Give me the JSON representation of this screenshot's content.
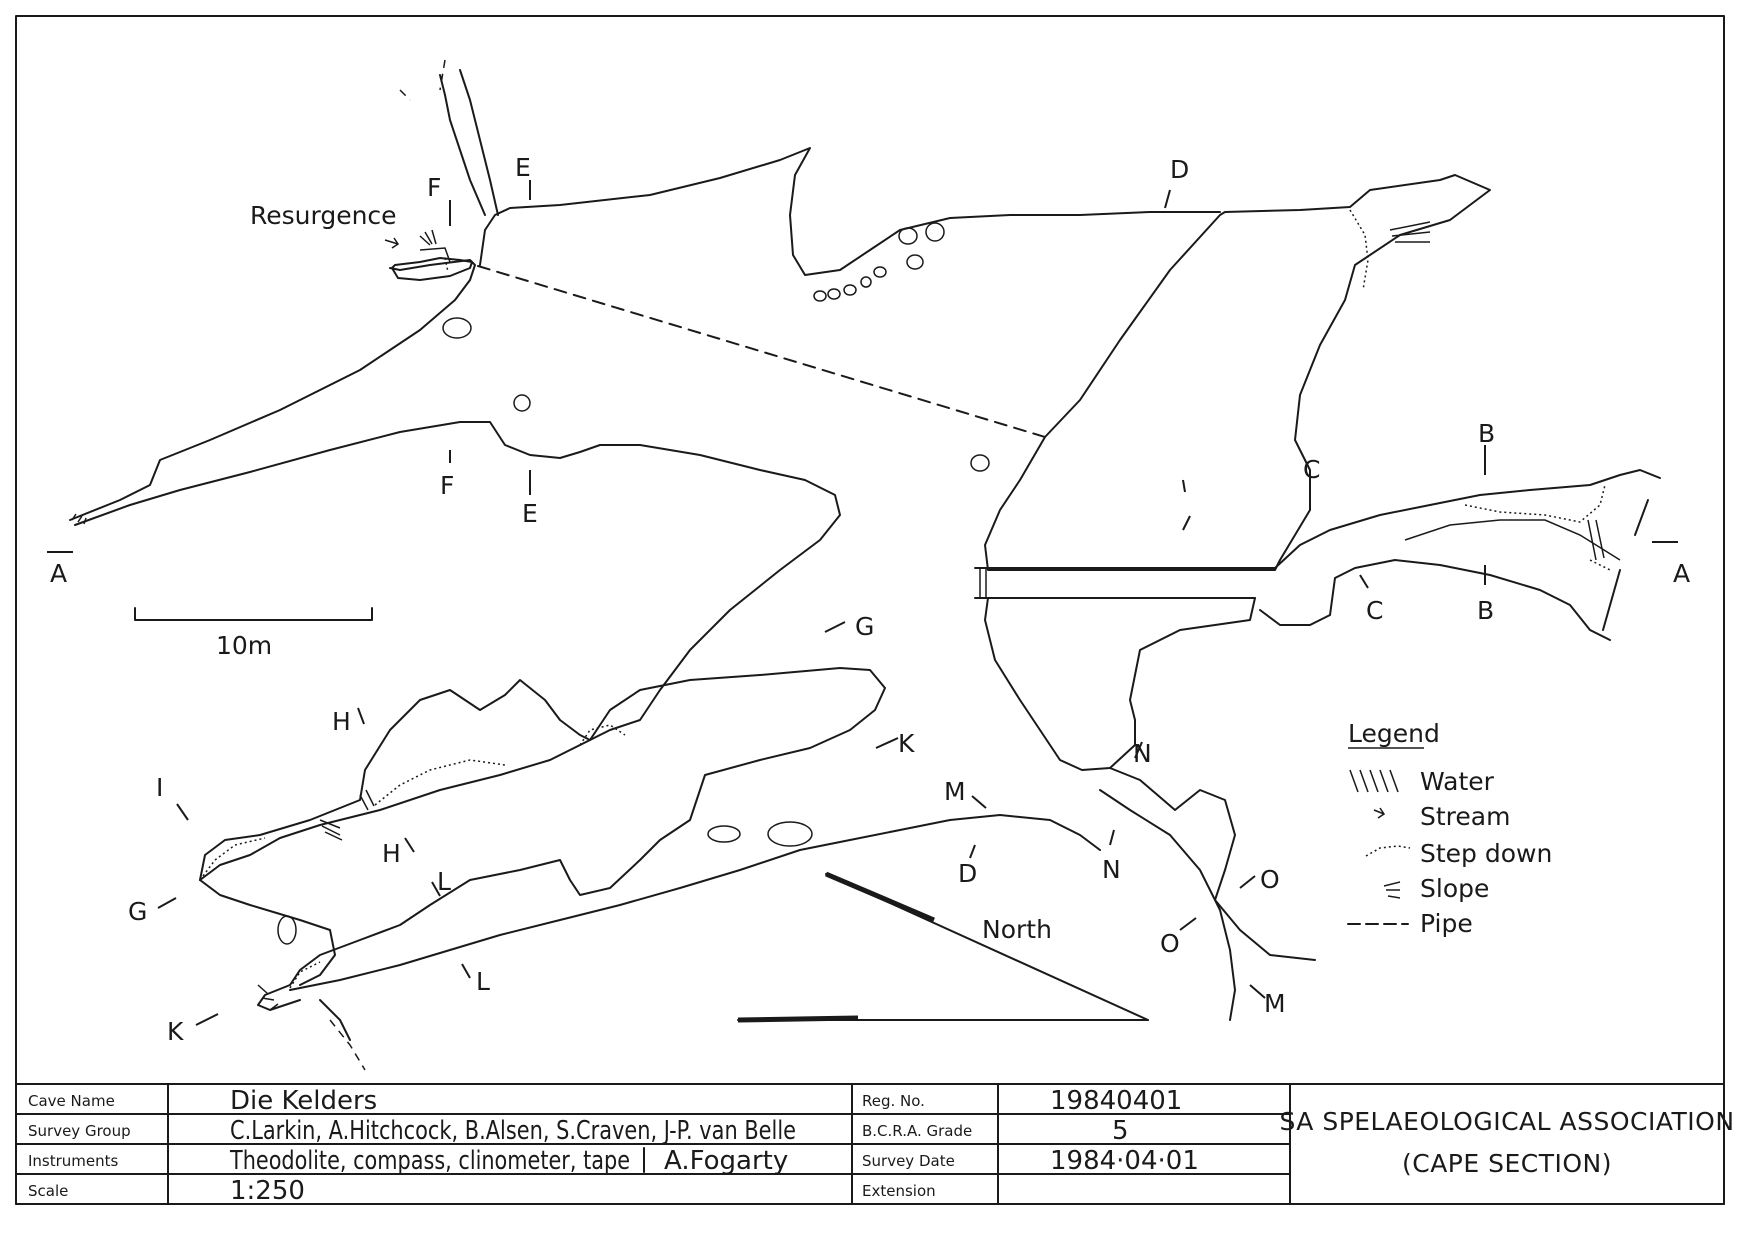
{
  "map": {
    "resurgence_label": "Resurgence",
    "scale_label": "10m",
    "north_label": "North",
    "section_labels": {
      "A": "A",
      "B": "B",
      "C": "C",
      "D": "D",
      "E": "E",
      "F": "F",
      "G": "G",
      "H": "H",
      "I": "I",
      "K": "K",
      "L": "L",
      "M": "M",
      "N": "N",
      "O": "O"
    }
  },
  "legend": {
    "title": "Legend",
    "items": [
      {
        "label": "Water",
        "icon": "water-hatch-icon"
      },
      {
        "label": "Stream",
        "icon": "stream-arrow-icon"
      },
      {
        "label": "Step down",
        "icon": "step-down-icon"
      },
      {
        "label": "Slope",
        "icon": "slope-icon"
      },
      {
        "label": "Pipe",
        "icon": "pipe-dash-icon"
      }
    ]
  },
  "title_block": {
    "cave_name_label": "Cave Name",
    "cave_name": "Die Kelders",
    "survey_group_label": "Survey Group",
    "survey_group": "C.Larkin, A.Hitchcock, B.Alsen, S.Craven, J-P. van Belle",
    "instruments_label": "Instruments",
    "instruments": "Theodolite, compass, clinometer, tape",
    "drawn_by": "A.Fogarty",
    "scale_label": "Scale",
    "scale": "1:250",
    "reg_no_label": "Reg. No.",
    "reg_no": "19840401",
    "grade_label": "B.C.R.A. Grade",
    "grade": "5",
    "survey_date_label": "Survey Date",
    "survey_date": "1984·04·01",
    "extension_label": "Extension",
    "extension": "",
    "org_line1": "SA SPELAEOLOGICAL ASSOCIATION",
    "org_line2": "(CAPE SECTION)"
  }
}
